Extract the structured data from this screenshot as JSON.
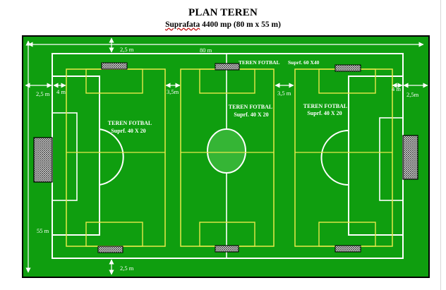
{
  "header": {
    "title": "PLAN TEREN",
    "subtitle_area": "Suprafata",
    "subtitle_rest": " 4400 mp (80 m x 55 m)"
  },
  "dimensions": {
    "total_length": "80 m",
    "total_width": "55 m",
    "margin_top": "2,5 m",
    "margin_bottom": "2,5 m",
    "margin_left": "2,5 m",
    "margin_right": "2,5m",
    "goal_offset_left": "4 m",
    "goal_offset_right": "4 m",
    "gap_left": "3,5m",
    "gap_right": "3,5 m"
  },
  "fields": {
    "large": {
      "name": "TEREN FOTBAL",
      "size": "Suprf. 60 X40"
    },
    "left": {
      "name": "TEREN FOTBAL",
      "size": "Suprf. 40 X 20"
    },
    "center": {
      "name": "TEREN FOTBAL",
      "size": "Suprf. 40 X 20"
    },
    "right": {
      "name": "TEREN FOTBAL",
      "size": "Suprf. 40 X 20"
    }
  },
  "colors": {
    "grass": "#0f9e0f",
    "white_lines": "#ffffff",
    "yellow_lines": "#e8e84a",
    "outer_border": "#000000",
    "center_circle_fill": "#35b535"
  }
}
